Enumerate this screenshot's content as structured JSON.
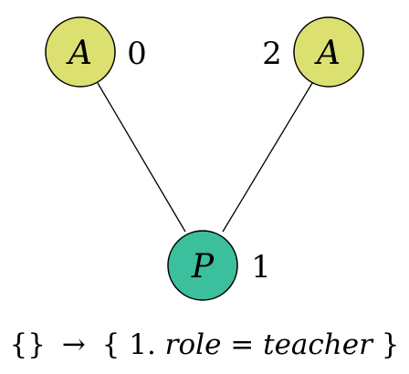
{
  "graph": {
    "nodes": [
      {
        "id": "a0",
        "label": "A",
        "index": "0",
        "fill": "#DCE071"
      },
      {
        "id": "a2",
        "label": "A",
        "index": "2",
        "fill": "#DCE071"
      },
      {
        "id": "p1",
        "label": "P",
        "index": "1",
        "fill": "#3CBF9C"
      }
    ],
    "edges": [
      {
        "from": "a0",
        "to": "p1"
      },
      {
        "from": "a2",
        "to": "p1"
      }
    ]
  },
  "rule": {
    "lhs": "{}",
    "arrow": "→",
    "open": "{",
    "index": "1.",
    "key": "role",
    "equals": " = ",
    "value": "teacher",
    "close": "}"
  },
  "colors": {
    "stroke": "#000000",
    "node_A": "#DCE071",
    "node_P": "#3CBF9C"
  }
}
